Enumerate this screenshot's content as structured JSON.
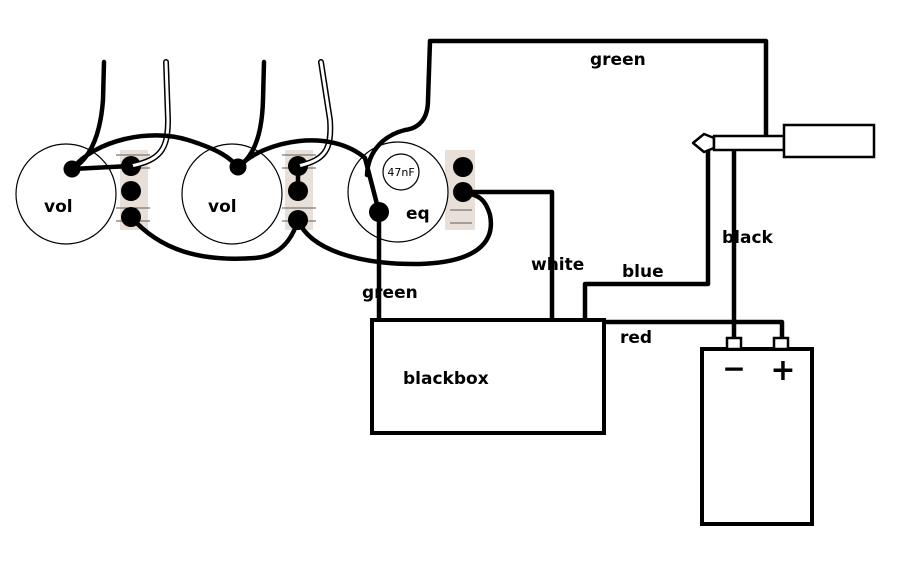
{
  "colors": {
    "line": "#000000",
    "background": "#ffffff",
    "lug_shadow": "#e8e0d8"
  },
  "pots": {
    "vol1": {
      "label": "vol"
    },
    "vol2": {
      "label": "vol"
    },
    "eq": {
      "label": "eq",
      "capacitor": "47nF"
    }
  },
  "wires": {
    "green_top": "green",
    "green_left": "green",
    "white": "white",
    "blue": "blue",
    "black": "black",
    "red": "red"
  },
  "blackbox": {
    "label": "blackbox"
  },
  "battery": {
    "minus": "−",
    "plus": "+"
  }
}
